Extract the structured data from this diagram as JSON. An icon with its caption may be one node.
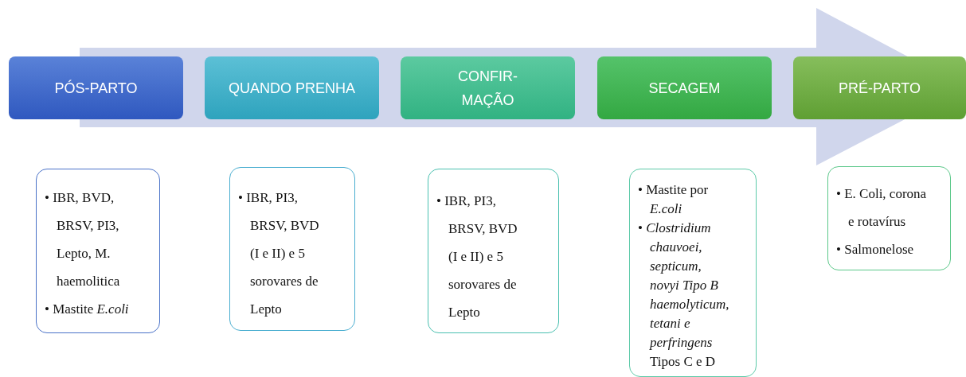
{
  "diagram": {
    "nodes": [
      {
        "text": [
          "PÓS-PARTO"
        ]
      },
      {
        "text": [
          "QUANDO PRENHA"
        ]
      },
      {
        "text": [
          "CONFIR- MAÇÃO"
        ]
      },
      {
        "text": [
          "SECAGEM"
        ]
      },
      {
        "text": [
          "PRÉ-PARTO"
        ]
      },
      {
        "text": [
          "• IBR, BVD, BRSV, PI3, Lepto, M. haemolitica",
          "• Mastite *E.coli*"
        ]
      },
      {
        "text": [
          "• IBR, PI3, BRSV, BVD (I e II) e 5 sorovares de Lepto"
        ]
      },
      {
        "text": [
          "• IBR, PI3, BRSV, BVD (I e II) e 5 sorovares de Lepto"
        ]
      },
      {
        "text": [
          "• Mastite por *E.coli*",
          "• *Clostridium chauvoei, septicum, novyi Tipo B haemolyticum, tetani e perfringens* Tipos C e D"
        ]
      },
      {
        "text": [
          "• E. Coli, corona e rotavírus",
          "• Salmonelose"
        ]
      }
    ],
    "edges": [
      {
        "from": 0,
        "to": 4,
        "arrow": "to",
        "style": "thick"
      }
    ]
  }
}
